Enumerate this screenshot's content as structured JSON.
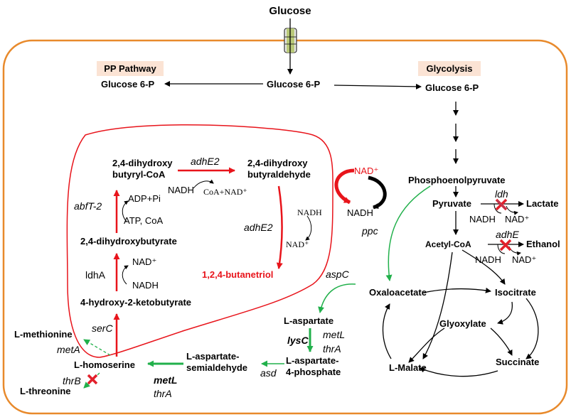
{
  "pathway": {
    "glucose": "Glucose",
    "pp_pathway_label": "PP Pathway",
    "glycolysis_label": "Glycolysis",
    "g6p_left": "Glucose 6-P",
    "g6p_center": "Glucose 6-P",
    "g6p_right": "Glucose 6-P",
    "pep": "Phosphoenolpyruvate",
    "pyruvate": "Pyruvate",
    "lactate": "Lactate",
    "ldh": "ldh",
    "acetyl_coa": "Acetyl-CoA",
    "ethanol": "Ethanol",
    "adhE": "adhE",
    "nadh_1": "NADH",
    "nad_1": "NAD⁺",
    "nadh_2": "NADH",
    "nad_2": "NAD⁺",
    "oxaloacetate": "Oxaloacetate",
    "isocitrate": "Isocitrate",
    "glyoxylate": "Glyoxylate",
    "succinate": "Succinate",
    "malate": "L-Malate",
    "ppc": "ppc",
    "aspC": "aspC",
    "l_aspartate": "L-aspartate",
    "lysC": "lysC",
    "metL_1": "metL",
    "thrA_1": "thrA",
    "asp4p_1": "L-aspartate-",
    "asp4p_2": "4-phosphate",
    "asa_1": "L-aspartate-",
    "asa_2": "semialdehyde",
    "asd": "asd",
    "metL_2": "metL",
    "thrA_2": "thrA",
    "homoserine": "L-homoserine",
    "methionine": "L-methionine",
    "metA": "metA",
    "thrB": "thrB",
    "threonine": "L-threonine",
    "serC": "serC",
    "hkb": "4-hydroxy-2-ketobutyrate",
    "ldhA": "ldhA",
    "nad_3": "NAD⁺",
    "nadh_3": "NADH",
    "dhb": "2,4-dihydroxybutyrate",
    "abfT2": "abfT-2",
    "atp_coa": "ATP, CoA",
    "adp_pi": "ADP+Pi",
    "dhb_coa_1": "2,4-dihydroxy",
    "dhb_coa_2": "butyryl-CoA",
    "adhE2_1": "adhE2",
    "nadh_4": "NADH",
    "coa_nad": "CoA+NAD⁺",
    "dhbal_1": "2,4-dihydroxy",
    "dhbal_2": "butyraldehyde",
    "adhE2_2": "adhE2",
    "nadh_5": "NADH",
    "nad_5": "NAD⁺",
    "butanetriol": "1,2,4-butanetriol",
    "cycle_nad": "NAD⁺",
    "cycle_nadh": "NADH"
  },
  "colors": {
    "red": "#e8141b",
    "green": "#21b04b",
    "orange": "#e88a2c",
    "label_box": "#fbe3d4",
    "cross": "#e2202b",
    "cross_blue": "#5a6fb0"
  }
}
